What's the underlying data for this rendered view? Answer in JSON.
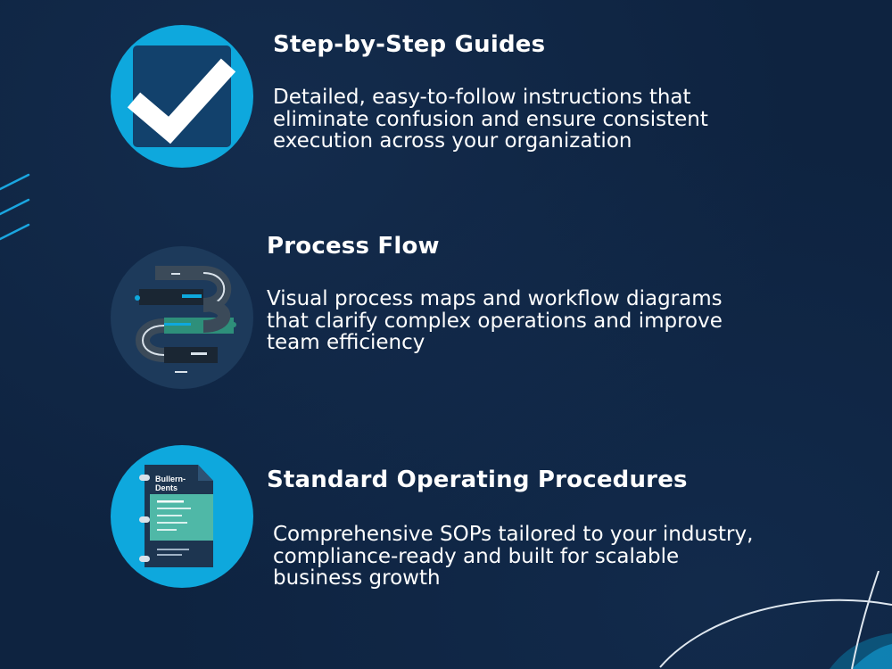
{
  "features": [
    {
      "title": "Step-by-Step Guides",
      "description": "Detailed, easy-to-follow instructions that eliminate confusion and ensure consistent execution across your organization",
      "icon": "checkmark-icon"
    },
    {
      "title": "Process Flow",
      "description": "Visual process maps and workflow diagrams that clarify complex operations and improve team efficiency",
      "icon": "process-flow-icon"
    },
    {
      "title": "Standard Operating Procedures",
      "description": "Comprehensive SOPs tailored to your industry, compliance-ready and built for scalable business growth",
      "icon": "document-icon",
      "document_label": "Bullern-\nDents"
    }
  ],
  "colors": {
    "background": "#0e2340",
    "accent": "#0ea8dd",
    "text": "#ffffff"
  }
}
